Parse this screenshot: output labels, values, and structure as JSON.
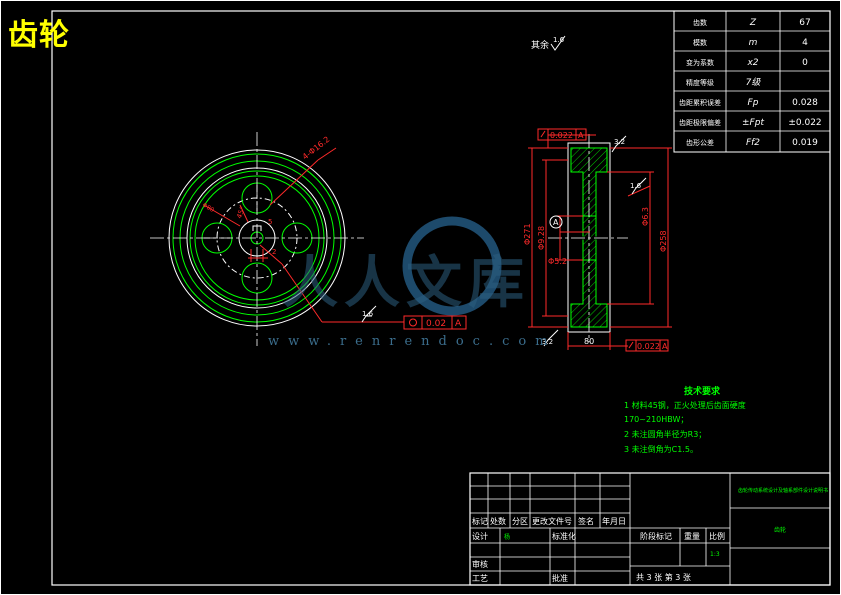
{
  "title": "齿轮",
  "roughness_general": "其余",
  "roughness_general_value": "1.6",
  "params": [
    {
      "name": "齿数",
      "sym": "Z",
      "val": "67"
    },
    {
      "name": "模数",
      "sym": "m",
      "val": "4"
    },
    {
      "name": "变为系数",
      "sym": "x2",
      "val": "0"
    },
    {
      "name": "精度等级",
      "sym": "7级",
      "val": ""
    },
    {
      "name": "齿距累积误差",
      "sym": "Fp",
      "val": "0.028"
    },
    {
      "name": "齿距极限偏差",
      "sym": "±Fpt",
      "val": "±0.022"
    },
    {
      "name": "齿形公差",
      "sym": "Ff2",
      "val": "0.019"
    }
  ],
  "front": {
    "hole_dim": "4-Φ16.2",
    "pcd_dim": "Φ80",
    "angle_dim": "45°",
    "keyway_dim": "5",
    "key_dim": "2",
    "tol_roughness": "1.6",
    "tol_value": "0.02",
    "tol_datum": "A"
  },
  "side": {
    "tol_top": "0.022",
    "tol_top_datum": "A",
    "tol_bottom": "0.022",
    "tol_bottom_datum": "A",
    "ra_top": "3.2",
    "ra_right": "1.6",
    "ra_bottom": "3.2",
    "datum": "A",
    "d_tip": "Φ271",
    "d_hub": "Φ9.28",
    "d_bore": "Φ5.2",
    "d_inner": "Φ6.3",
    "d_root": "Φ258",
    "width": "80"
  },
  "tech": {
    "heading": "技术要求",
    "lines": [
      "1 材料45钢，正火处理后齿面硬度",
      "170~210HBW；",
      "2 未注圆角半径为R3；",
      "3 未注倒角为C1.5。"
    ]
  },
  "titleblock": {
    "school": "齿轮传动系统设计及轴系部件设计说明书",
    "part": "齿轮",
    "h_mark": "标记",
    "h_count": "处数",
    "h_zone": "分区",
    "h_docno": "更改文件号",
    "h_sign": "签名",
    "h_date": "年月日",
    "design": "设计",
    "design_name": "杨",
    "standard": "标准化",
    "stage": "阶段标记",
    "weight": "重量",
    "scale": "比例",
    "scale_val": "1:3",
    "review": "审核",
    "process": "工艺",
    "approve": "批准",
    "sheets": "共 3 张 第 3 张"
  },
  "watermark": "www.renrendoc.com",
  "watermark_brand": "人人文库"
}
